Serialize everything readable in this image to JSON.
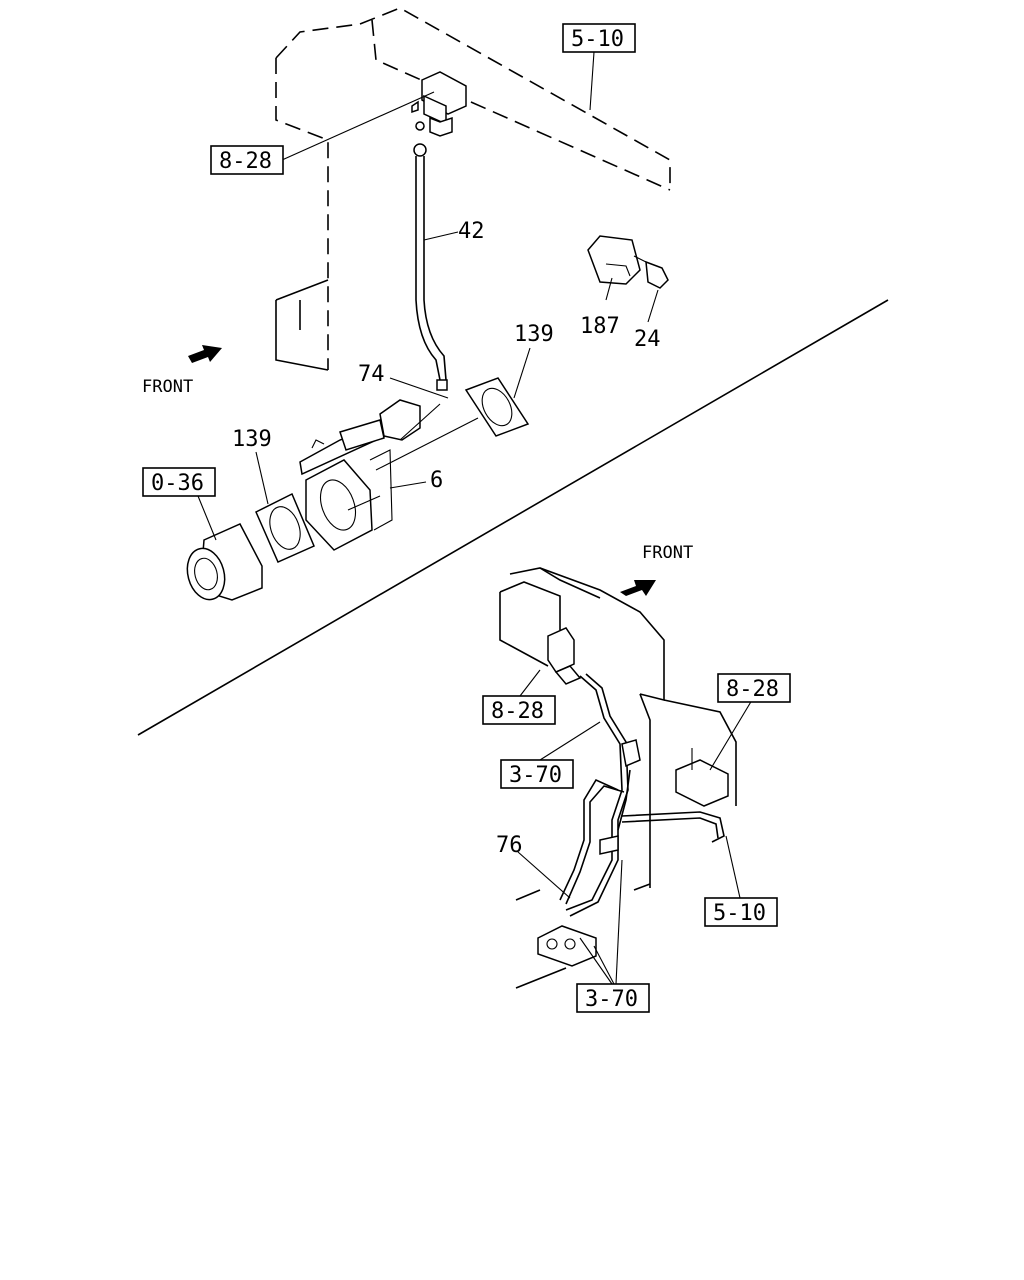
{
  "refs": {
    "top_5_10": "5-10",
    "top_8_28": "8-28",
    "left_0_36": "0-36",
    "lower_8_28_left": "8-28",
    "lower_8_28_right": "8-28",
    "lower_3_70_upper": "3-70",
    "lower_5_10": "5-10",
    "lower_3_70_bottom": "3-70"
  },
  "parts": {
    "p42": "42",
    "p187": "187",
    "p24": "24",
    "p139_right": "139",
    "p74": "74",
    "p139_left": "139",
    "p6": "6",
    "p76": "76"
  },
  "front_labels": {
    "upper": "FRONT",
    "lower": "FRONT"
  }
}
